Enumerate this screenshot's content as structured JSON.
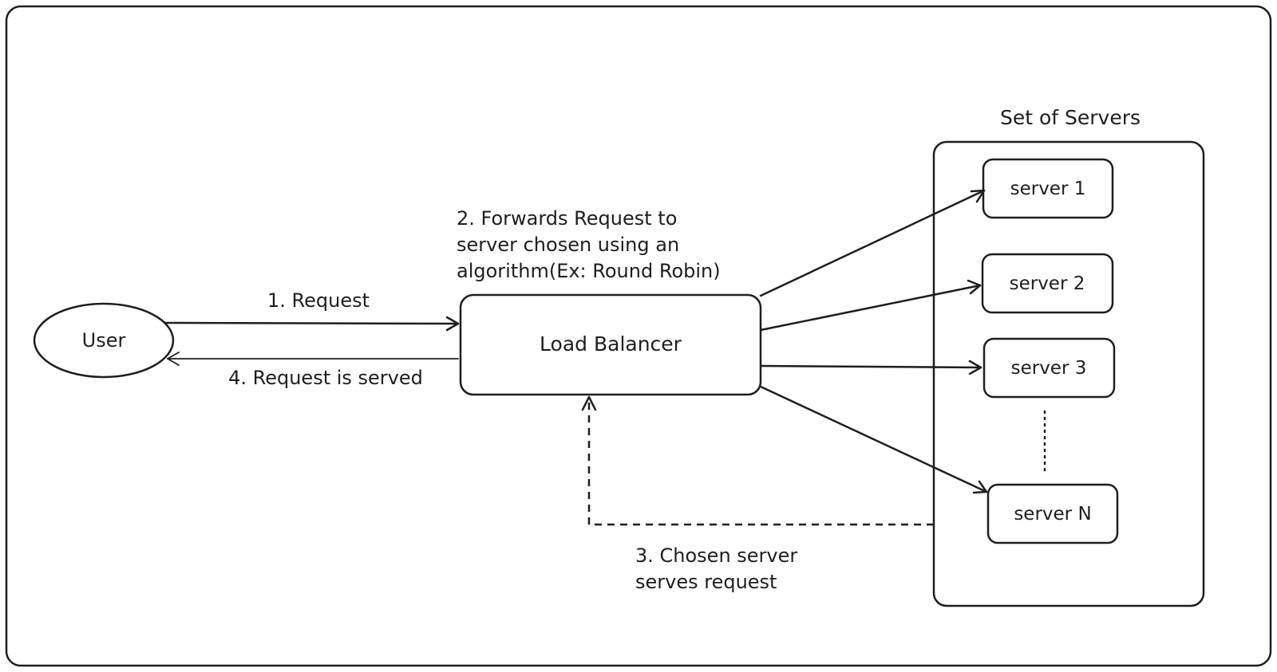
{
  "nodes": {
    "user": "User",
    "load_balancer": "Load Balancer",
    "server_group_title": "Set of Servers",
    "servers": [
      "server 1",
      "server 2",
      "server 3",
      "server N"
    ]
  },
  "edges": {
    "request": "1. Request",
    "forward": [
      "2. Forwards Request to",
      "server chosen using an",
      "algorithm(Ex: Round Robin)"
    ],
    "chosen": [
      "3. Chosen server",
      "serves request"
    ],
    "served": "4. Request is served"
  }
}
